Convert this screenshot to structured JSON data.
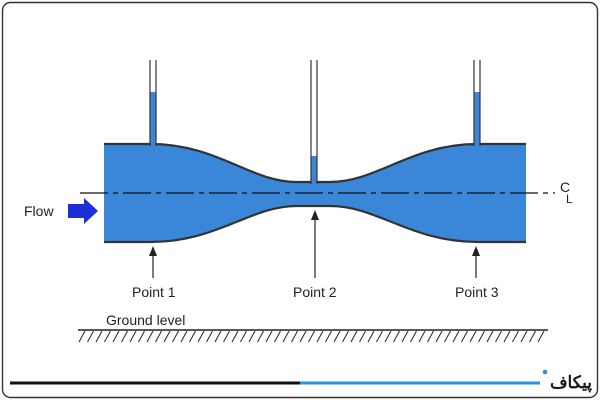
{
  "diagram": {
    "flow_label": "Flow",
    "centerline_label_main": "C",
    "centerline_label_sub": "L",
    "ground_label": "Ground level",
    "points": [
      {
        "label": "Point 1",
        "piezometer_level": "high"
      },
      {
        "label": "Point 2",
        "piezometer_level": "low"
      },
      {
        "label": "Point 3",
        "piezometer_level": "high"
      }
    ]
  },
  "brand": {
    "text": "پیکاف"
  },
  "colors": {
    "fluid": "#3a86d8",
    "arrow": "#1d2fd6",
    "outline": "#333333",
    "brand_accent": "#2f8fe0"
  }
}
